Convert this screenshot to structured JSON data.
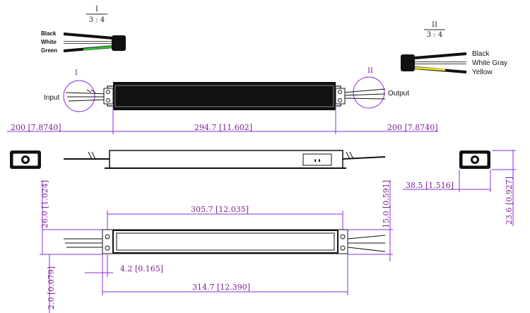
{
  "details": {
    "detail1": {
      "roman": "I",
      "scale": "3 : 4",
      "wires": [
        "Black",
        "White",
        "Green"
      ]
    },
    "detail2": {
      "roman": "II",
      "scale": "3 : 4",
      "wires": [
        "Black",
        "White Gray",
        "Yellow"
      ]
    }
  },
  "labels": {
    "input": "Input",
    "output": "Output"
  },
  "dimensions": {
    "left_lead": "200 [7.8740]",
    "body_length": "294.7 [11.602]",
    "right_lead": "200 [7.8740]",
    "width": "38.5 [1.516]",
    "height_end": "23.6 [0.927]",
    "height_left": "26.0 [1.024]",
    "height_right": "15.0 [0.591]",
    "mount_spacing": "305.7 [12.035]",
    "hole_offset": "4.2 [0.165]",
    "overall_length": "314.7 [12.390]",
    "flange": "2.0 [0.079]"
  },
  "colors": {
    "dimension": "#8a2be2",
    "green_wire": "#33cc33",
    "yellow_wire": "#ffee22",
    "body": "#111111"
  }
}
